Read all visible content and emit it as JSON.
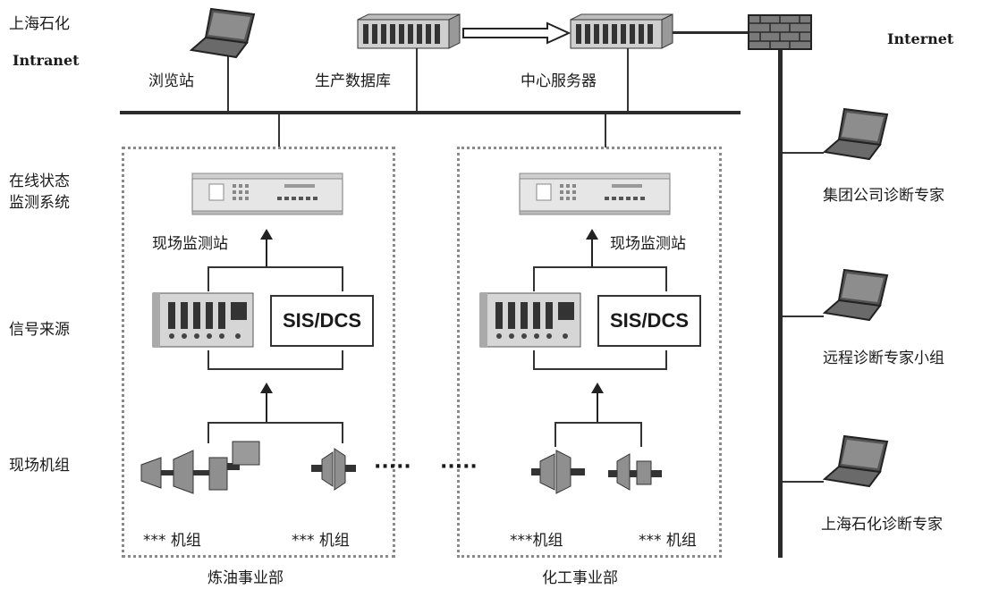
{
  "left_labels": {
    "org_line1": "上海石化",
    "org_line2": "Intranet",
    "monitor_line1": "在线状态",
    "monitor_line2": "监测系统",
    "signal": "信号来源",
    "units": "现场机组"
  },
  "top": {
    "browser": "浏览站",
    "production_db": "生产数据库",
    "center_server": "中心服务器",
    "internet": "Internet"
  },
  "divisions": [
    {
      "name": "炼油事业部",
      "station": "现场监测站",
      "sisdcs": "SIS/DCS",
      "unit_a": "*** 机组",
      "unit_b": "*** 机组",
      "ellipsis": "·····"
    },
    {
      "name": "化工事业部",
      "station": "现场监测站",
      "sisdcs": "SIS/DCS",
      "unit_a": "***机组",
      "unit_b": "*** 机组",
      "ellipsis": "·····"
    }
  ],
  "remote": [
    "集团公司诊断专家",
    "远程诊断专家小组",
    "上海石化诊断专家"
  ],
  "colors": {
    "line": "#2b2b2b",
    "device": "#c9c9c9",
    "dotted_border": "#8a8a8a"
  }
}
